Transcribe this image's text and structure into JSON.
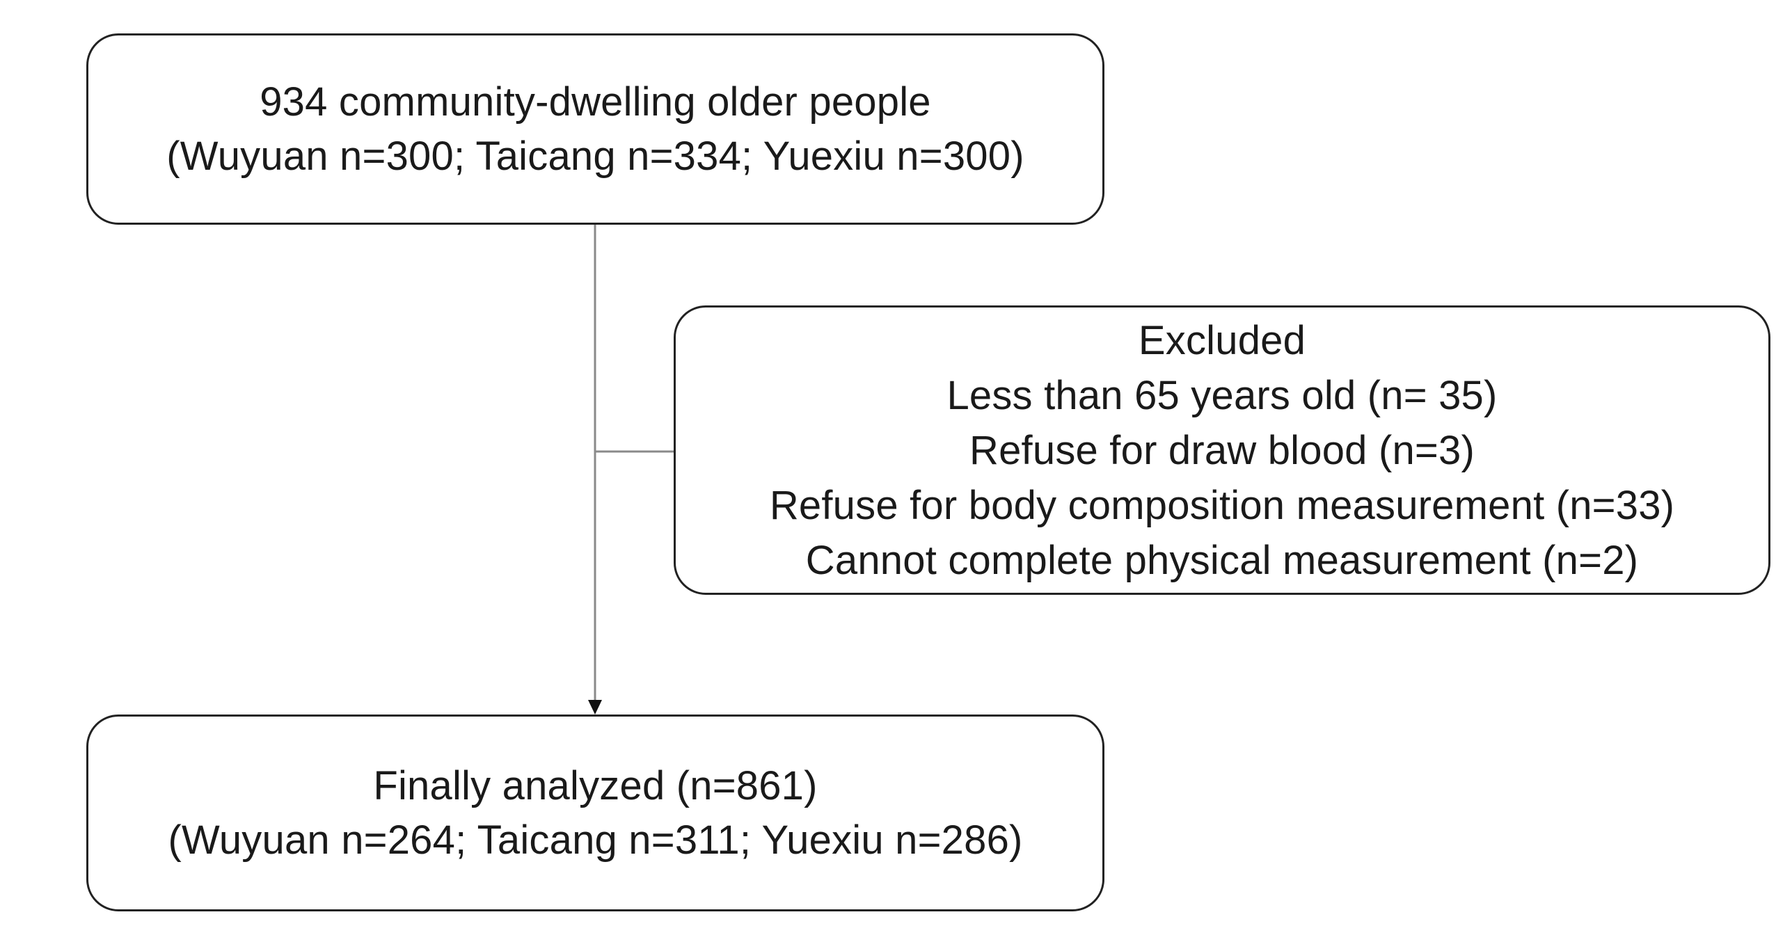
{
  "flowchart": {
    "top_box": {
      "line1": "934 community-dwelling older people",
      "line2": "(Wuyuan n=300; Taicang n=334; Yuexiu n=300)"
    },
    "excluded_box": {
      "heading": "Excluded",
      "reasons": [
        "Less than 65 years old (n= 35)",
        "Refuse for draw blood (n=3)",
        "Refuse for body composition measurement (n=33)",
        "Cannot complete physical measurement (n=2)"
      ]
    },
    "bottom_box": {
      "line1": "Finally analyzed (n=861)",
      "line2": "(Wuyuan n=264; Taicang n=311; Yuexiu n=286)"
    }
  },
  "colors": {
    "box_border": "#222222",
    "connector": "#8a8a8a",
    "arrowhead": "#111111",
    "text": "#1a1a1a"
  }
}
